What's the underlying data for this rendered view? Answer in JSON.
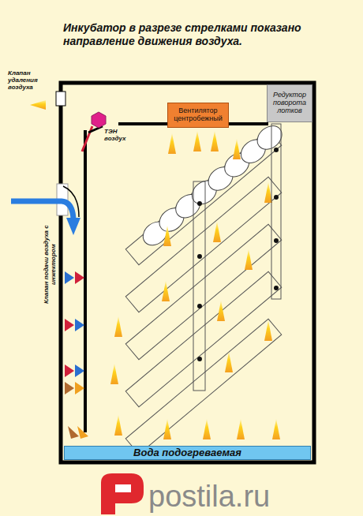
{
  "diagram": {
    "title": "Инкубатор в разрезе стрелками показано направление движения воздуха.",
    "nodes": [
      {
        "text": [
          "Вентилятор центробежный"
        ]
      },
      {
        "text": [
          "Редуктор поворота лотков"
        ]
      },
      {
        "text": [
          "Вода подогреваемая"
        ]
      }
    ],
    "labels": [
      "Клапан удаления воздуха",
      "ТЭН воздух",
      "Клапан подачи воздуха с инжектором",
      "postila.ru"
    ]
  }
}
